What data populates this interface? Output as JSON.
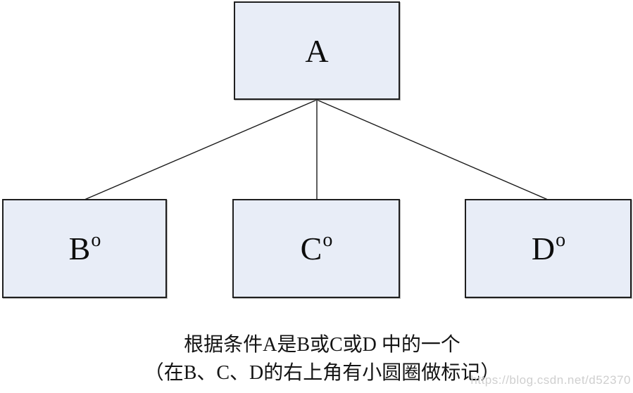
{
  "diagram": {
    "nodes": [
      {
        "id": "A",
        "label": "A",
        "sup": ""
      },
      {
        "id": "B",
        "label": "B",
        "sup": "o"
      },
      {
        "id": "C",
        "label": "C",
        "sup": "o"
      },
      {
        "id": "D",
        "label": "D",
        "sup": "o"
      }
    ],
    "edges": [
      {
        "from": "A",
        "to": "B"
      },
      {
        "from": "A",
        "to": "C"
      },
      {
        "from": "A",
        "to": "D"
      }
    ],
    "caption_line1": "根据条件A是B或C或D 中的一个",
    "caption_line2": "（在B、C、D的右上角有小圆圈做标记）",
    "colors": {
      "node_fill": "#e8edf7",
      "node_border": "#1f1f1f",
      "connector": "#1a1a1a",
      "caption_text": "#141414",
      "watermark_text": "#cfcfcf"
    }
  },
  "watermark": "https://blog.csdn.net/d52370"
}
